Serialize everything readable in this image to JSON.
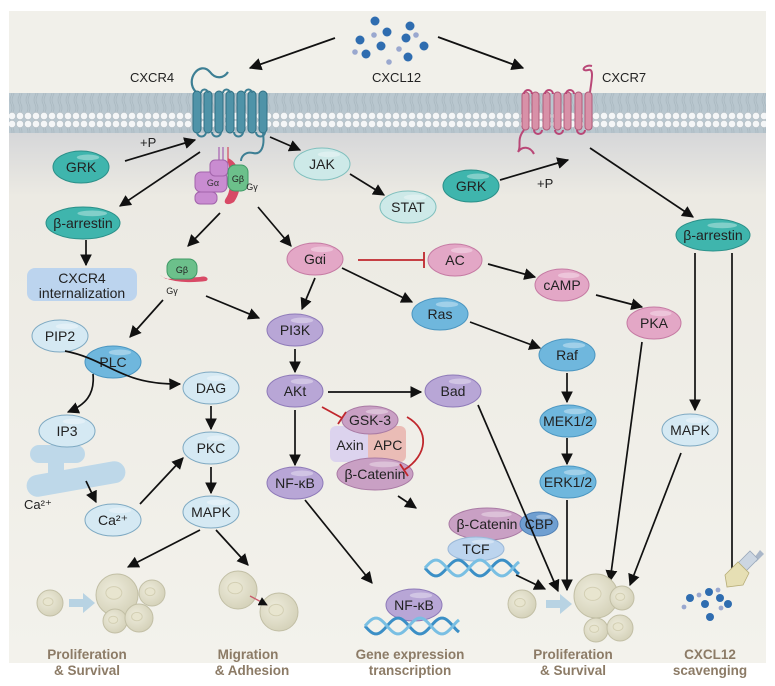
{
  "ligand": {
    "label": "CXCL12"
  },
  "receptors": {
    "cxcr4": {
      "label": "CXCR4",
      "color": "#4f93a8"
    },
    "cxcr7": {
      "label": "CXCR7",
      "color": "#c96f8e"
    }
  },
  "phospho_label": "+P",
  "gprotein": {
    "alpha": "Gα",
    "beta": "Gβ",
    "gamma": "Gγ"
  },
  "nodes": {
    "grk_left": "GRK",
    "grk_right": "GRK",
    "barrestin_left": "β-arrestin",
    "barrestin_right": "β-arrestin",
    "internalization": "CXCR4\ninternalization",
    "internalization_l1": "CXCR4",
    "internalization_l2": "internalization",
    "jak": "JAK",
    "stat": "STAT",
    "gai": "Gαi",
    "ac": "AC",
    "camp": "cAMP",
    "pka": "PKA",
    "ras": "Ras",
    "raf": "Raf",
    "mek": "MEK1/2",
    "erk": "ERK1/2",
    "pi3k": "PI3K",
    "akt": "AKt",
    "bad": "Bad",
    "gsk3": "GSK-3",
    "axin": "Axin",
    "apc": "APC",
    "bcatenin": "β-Catenin",
    "bcatenin_nuc": "β-Catenin",
    "cbp": "CBP",
    "tcf": "TCF",
    "nfkb": "NF-κB",
    "nfkb_nuc": "NF-κB",
    "pip2": "PIP2",
    "plc": "PLC",
    "dag": "DAG",
    "ip3": "IP3",
    "pkc": "PKC",
    "ca": "Ca²⁺",
    "ca_er": "Ca²⁺",
    "mapk_left": "MAPK",
    "mapk_right": "MAPK"
  },
  "outcomes": {
    "prolif_left_l1": "Proliferation",
    "prolif_left_l2": "& Survival",
    "migration_l1": "Migration",
    "migration_l2": "& Adhesion",
    "gene_l1": "Gene expression",
    "gene_l2": "transcription",
    "prolif_right_l1": "Proliferation",
    "prolif_right_l2": "& Survival",
    "scav_l1": "CXCL12",
    "scav_l2": "scavenging"
  },
  "colors": {
    "teal": "#3fb5ad",
    "pale_teal": "#cde9e8",
    "pink": "#e3a7c6",
    "blue": "#6fb7dd",
    "pale_blue": "#d5e9f3",
    "purple": "#b8a6d6",
    "mauve": "#c9a0c4",
    "inhibit": "#c0272d",
    "outcome_text": "#8c7b66"
  }
}
